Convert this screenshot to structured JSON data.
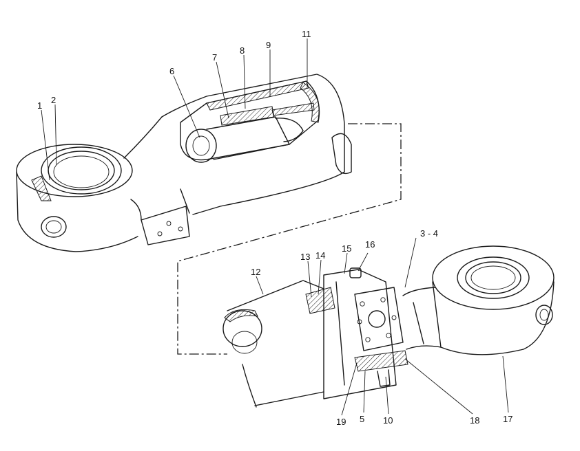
{
  "callouts": {
    "c1": "1",
    "c2": "2",
    "c3_4": "3 - 4",
    "c5": "5",
    "c6": "6",
    "c7": "7",
    "c8": "8",
    "c9": "9",
    "c10": "10",
    "c11": "11",
    "c12": "12",
    "c13": "13",
    "c14": "14",
    "c15": "15",
    "c16": "16",
    "c17": "17",
    "c18": "18",
    "c19": "19"
  }
}
